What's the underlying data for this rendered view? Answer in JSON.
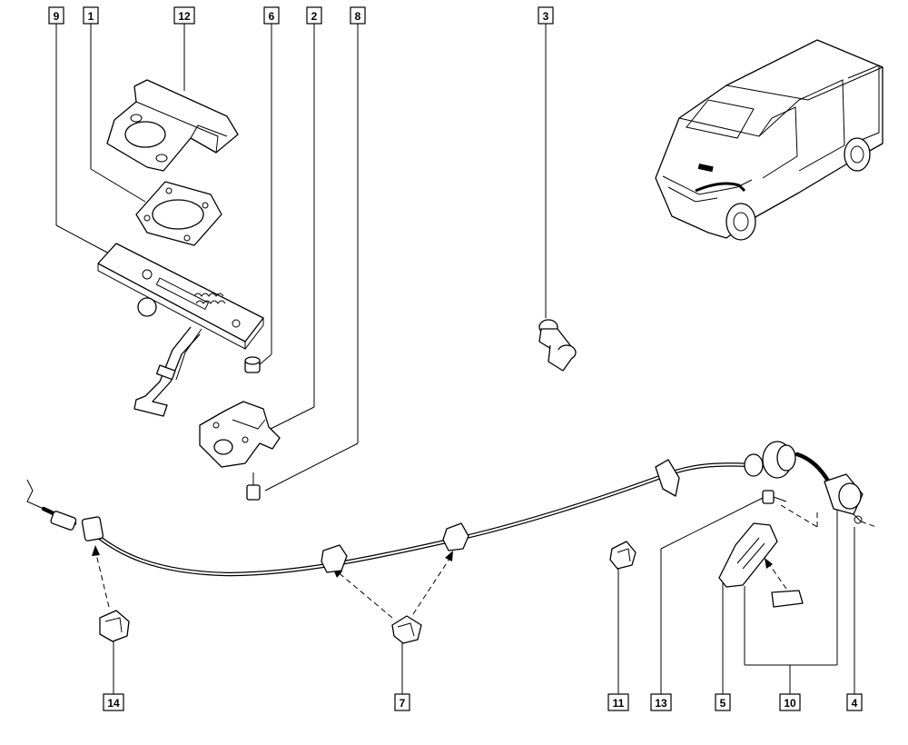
{
  "diagram": {
    "part_labels": [
      {
        "id": "label-9",
        "text": "9"
      },
      {
        "id": "label-1",
        "text": "1"
      },
      {
        "id": "label-12",
        "text": "12"
      },
      {
        "id": "label-6",
        "text": "6"
      },
      {
        "id": "label-2",
        "text": "2"
      },
      {
        "id": "label-8",
        "text": "8"
      },
      {
        "id": "label-3",
        "text": "3"
      },
      {
        "id": "label-14",
        "text": "14"
      },
      {
        "id": "label-7",
        "text": "7"
      },
      {
        "id": "label-11",
        "text": "11"
      },
      {
        "id": "label-13",
        "text": "13"
      },
      {
        "id": "label-5",
        "text": "5"
      },
      {
        "id": "label-10",
        "text": "10"
      },
      {
        "id": "label-4",
        "text": "4"
      }
    ]
  }
}
